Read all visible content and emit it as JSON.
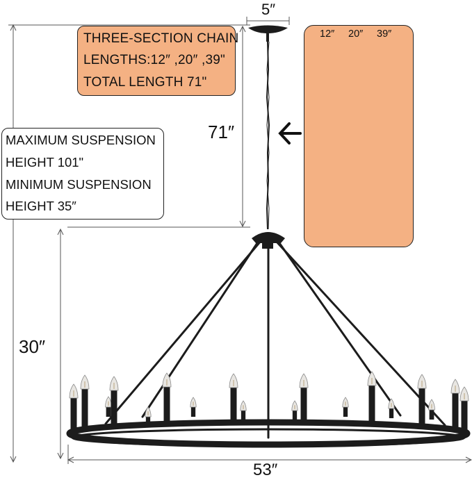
{
  "dimensions": {
    "top_width": "5″",
    "chain_height": "71″",
    "body_height": "30″",
    "diameter": "53″"
  },
  "chain_info": {
    "line1": "THREE-SECTION CHAIN",
    "line2": "LENGTHS:12″  ,20″  ,39\"",
    "line3": "TOTAL LENGTH 71\""
  },
  "suspension_info": {
    "line1": "MAXIMUM SUSPENSION",
    "line2": "HEIGHT 101\"",
    "line3": "MINIMUM SUSPENSION",
    "line4": "HEIGHT 35″"
  },
  "chain_samples": [
    "12″",
    "20″",
    "39″"
  ],
  "arrow": "←",
  "colors": {
    "accent_fill": "#f4b183",
    "iron": "#1c1c1c"
  }
}
